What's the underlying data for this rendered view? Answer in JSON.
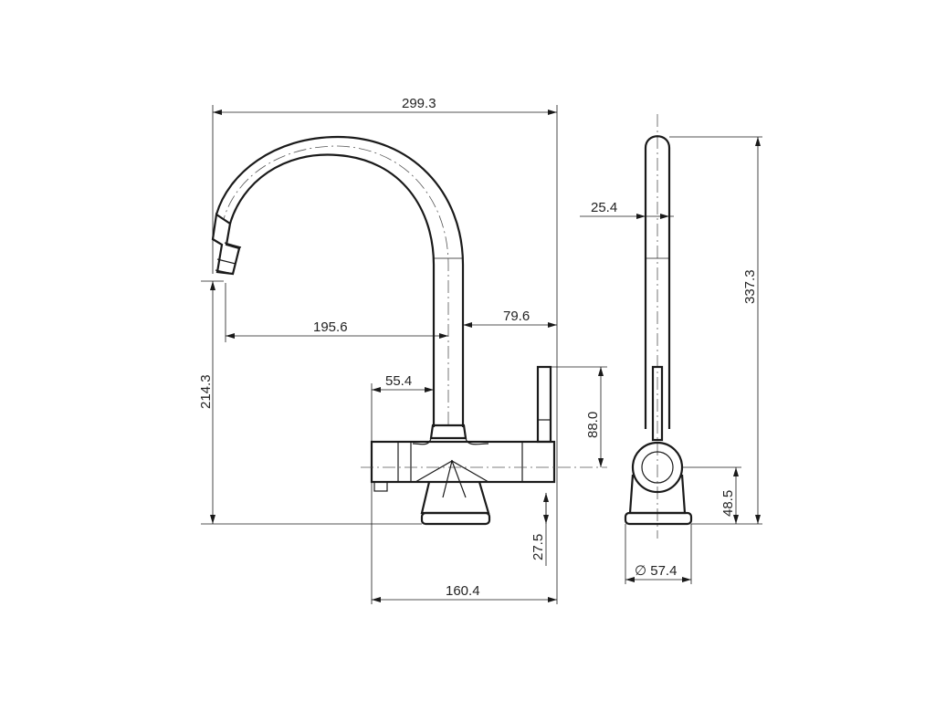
{
  "dimensions": {
    "overall_width": "299.3",
    "overall_height_front": "214.3",
    "spout_reach": "195.6",
    "spout_offset_right": "79.6",
    "left_handle_width": "55.4",
    "right_handle_height": "88.0",
    "base_thickness": "27.5",
    "body_width": "160.4",
    "spout_diameter": "25.4",
    "overall_height_side": "337.3",
    "side_base_height": "48.5",
    "base_diameter": "∅ 57.4"
  }
}
